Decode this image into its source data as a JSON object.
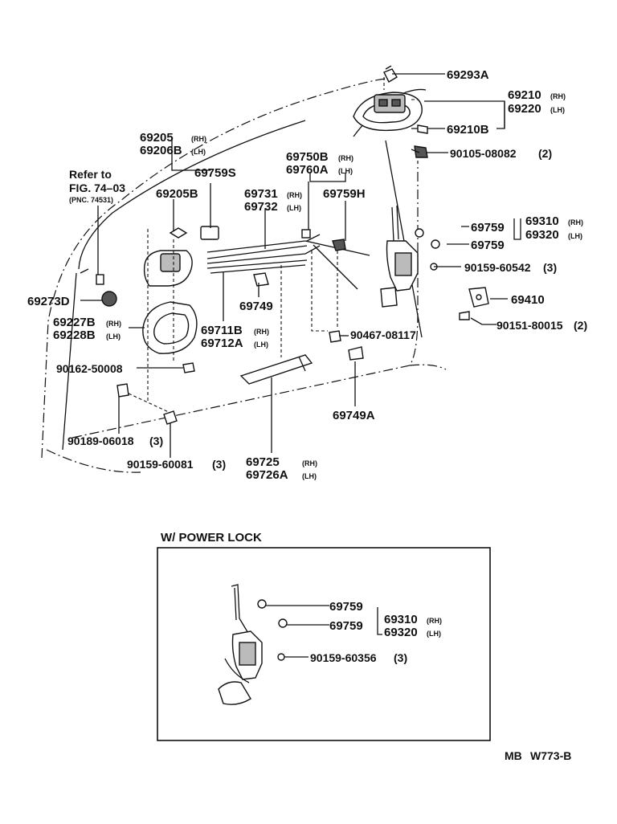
{
  "labels": {
    "p69293A": "69293A",
    "p69210": "69210",
    "p69220": "69220",
    "rh": "(RH)",
    "lh": "(LH)",
    "p69210B": "69210B",
    "p90105": "90105-08082",
    "q2": "(2)",
    "p69205": "69205",
    "p69206B": "69206B",
    "p69759S": "69759S",
    "refer1": "Refer to",
    "refer2": "FIG. 74–03",
    "refer3": "(PNC. 74531)",
    "p69205B": "69205B",
    "p69750B": "69750B",
    "p69760A": "69760A",
    "p69731": "69731",
    "p69732": "69732",
    "p69759H": "69759H",
    "p69759a": "69759",
    "p69759b": "69759",
    "p69310": "69310",
    "p69320": "69320",
    "p90159_60542": "90159-60542",
    "q3": "(3)",
    "p69410": "69410",
    "p90151": "90151-80015",
    "p69273D": "69273D",
    "p69749": "69749",
    "p69227B": "69227B",
    "p69228B": "69228B",
    "p69711B": "69711B",
    "p69712A": "69712A",
    "p90467": "90467-08117",
    "p90162": "90162-50008",
    "p69749A": "69749A",
    "p90189": "90189-06018",
    "p90159_60081": "90159-60081",
    "p69725": "69725",
    "p69726A": "69726A",
    "power_lock": "W/ POWER LOCK",
    "p69759c": "69759",
    "p69759d": "69759",
    "p69310b": "69310",
    "p69320b": "69320",
    "p90159_60356": "90159-60356",
    "code_mb": "MB",
    "code_w": "W773-B"
  }
}
